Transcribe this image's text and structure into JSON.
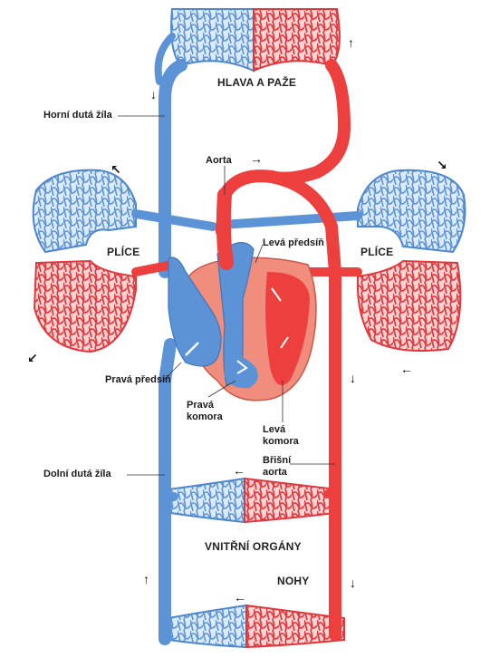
{
  "regions": {
    "head_arms": "HLAVA A PAŽE",
    "lung_left": "PLÍCE",
    "lung_right": "PLÍCE",
    "internal_organs": "VNITŘNÍ ORGÁNY",
    "legs": "NOHY"
  },
  "labels": {
    "superior_vena_cava": "Horní dutá žíla",
    "aorta": "Aorta",
    "left_atrium": "Levá předsíň",
    "right_atrium": "Pravá předsíň",
    "right_ventricle_1": "Pravá",
    "right_ventricle_2": "komora",
    "left_ventricle_1": "Levá",
    "left_ventricle_2": "komora",
    "abdominal_aorta_1": "Břišní",
    "abdominal_aorta_2": "aorta",
    "inferior_vena_cava": "Dolní dutá žíla"
  },
  "colors": {
    "oxygenated": "#ee3f3f",
    "deoxygenated": "#5b93d6",
    "capillary_red": "#e8444a",
    "capillary_blue": "#6fa3dc",
    "heart_muscle": "#f08d7c"
  }
}
